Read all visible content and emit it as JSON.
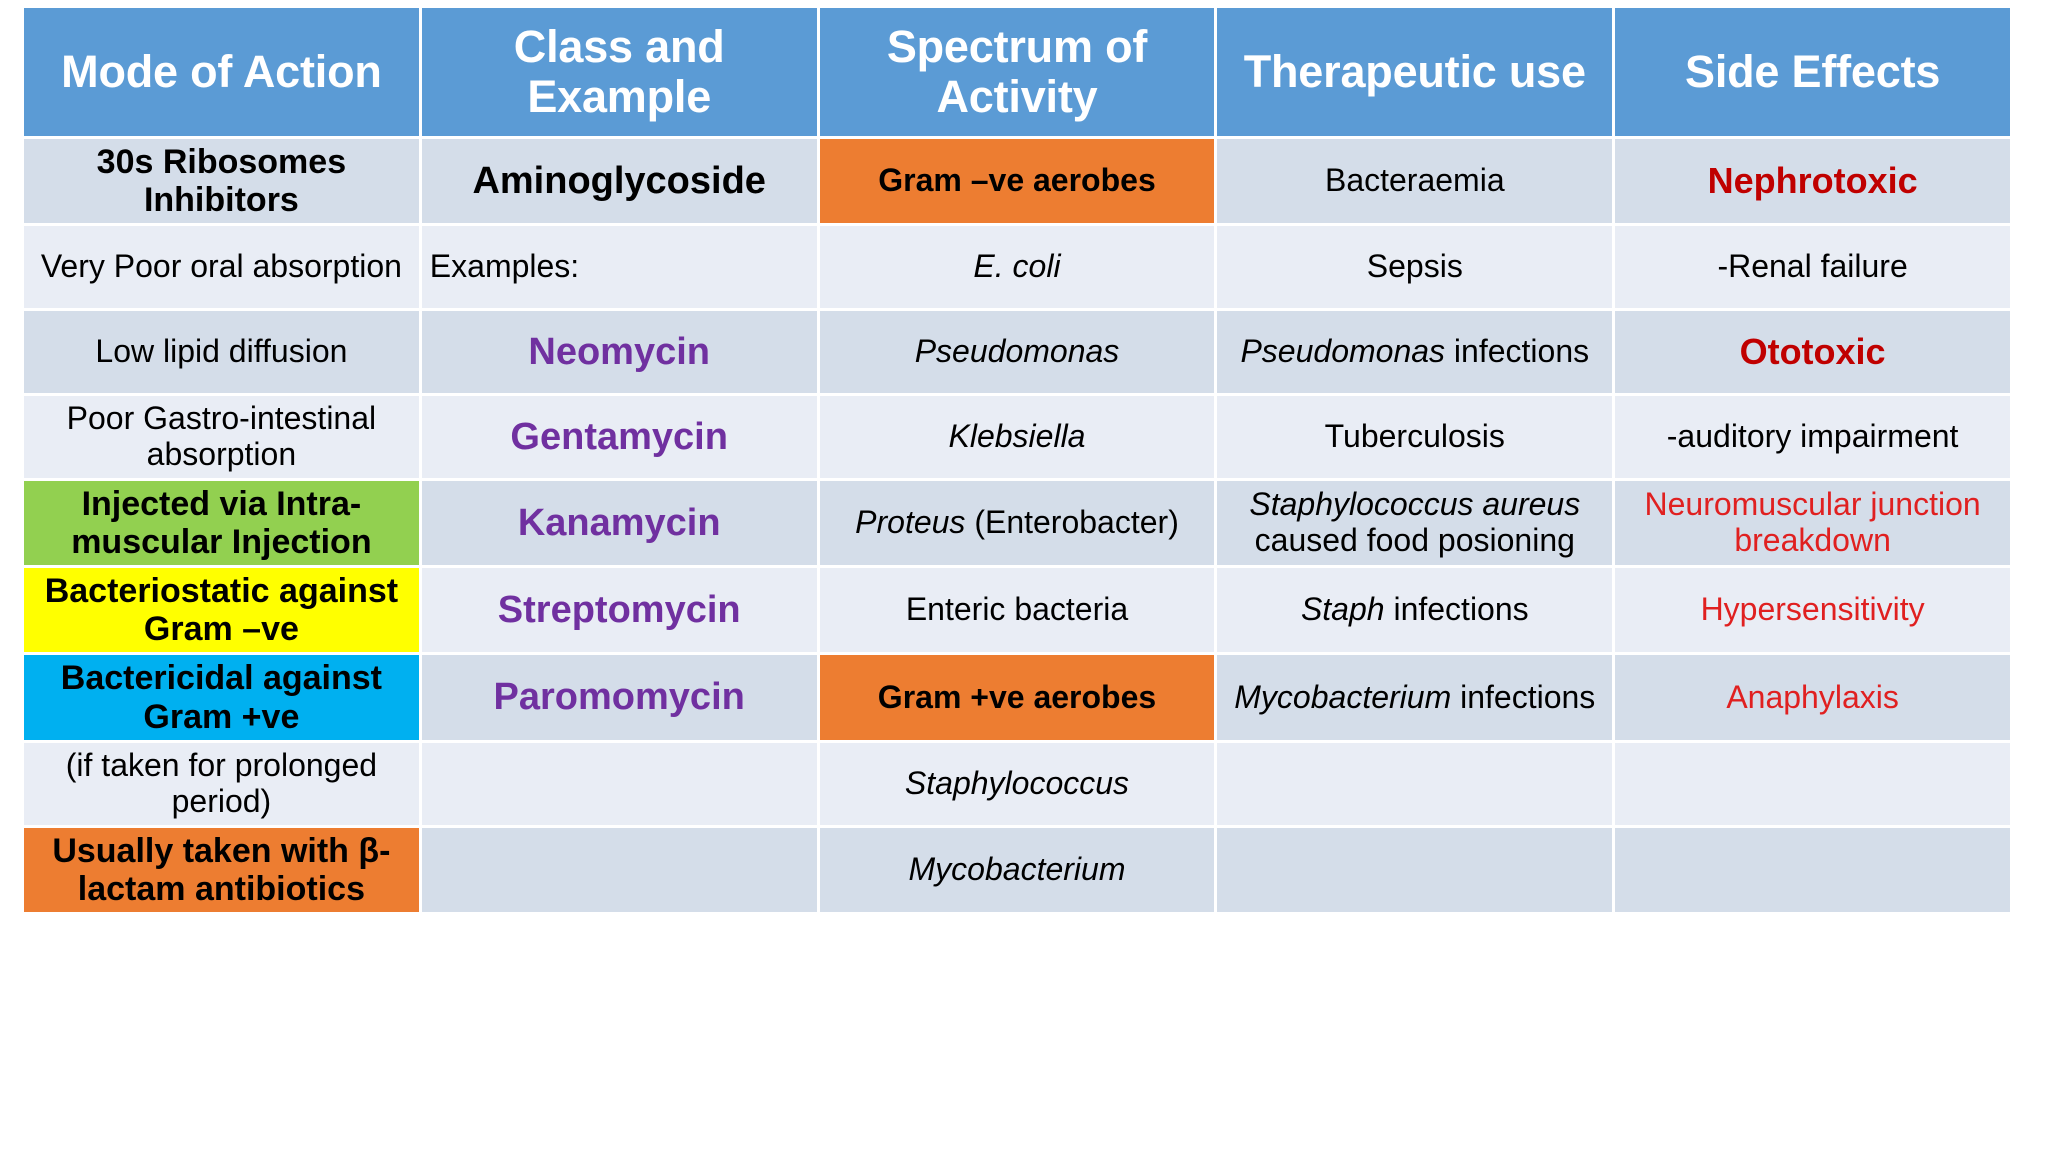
{
  "table": {
    "headers": [
      "Mode of Action",
      "Class and Example",
      "Spectrum of Activity",
      "Therapeutic use",
      "Side Effects"
    ],
    "rows": [
      {
        "mode": "30s Ribosomes Inhibitors",
        "class": "Aminoglycoside",
        "spectrum": "Gram –ve aerobes",
        "therapeutic": "Bacteraemia",
        "side": "Nephrotoxic"
      },
      {
        "mode": "Very Poor oral absorption",
        "class": "Examples:",
        "spectrum": "E. coli",
        "therapeutic": "Sepsis",
        "side": "-Renal failure"
      },
      {
        "mode": "Low lipid diffusion",
        "class": "Neomycin",
        "spectrum": "Pseudomonas",
        "therapeutic_italic": "Pseudomonas",
        "therapeutic_plain": "infections",
        "side": "Ototoxic"
      },
      {
        "mode": "Poor Gastro-intestinal absorption",
        "class": "Gentamycin",
        "spectrum": "Klebsiella",
        "therapeutic": "Tuberculosis",
        "side": "-auditory impairment"
      },
      {
        "mode": "Injected via Intra-muscular Injection",
        "class": "Kanamycin",
        "spectrum_italic": "Proteus",
        "spectrum_plain": "(Enterobacter)",
        "therapeutic_italic": "Staphylococcus aureus",
        "therapeutic_plain": "caused food posioning",
        "side": "Neuromuscular junction breakdown"
      },
      {
        "mode": "Bacteriostatic against Gram –ve",
        "class": "Streptomycin",
        "spectrum": "Enteric bacteria",
        "therapeutic_italic": "Staph",
        "therapeutic_plain": "infections",
        "side": "Hypersensitivity"
      },
      {
        "mode": "Bactericidal against Gram +ve",
        "class": "Paromomycin",
        "spectrum": "Gram +ve aerobes",
        "therapeutic_italic": "Mycobacterium",
        "therapeutic_plain": "infections",
        "side": "Anaphylaxis"
      },
      {
        "mode": "(if taken for prolonged period)",
        "class": "",
        "spectrum": "Staphylococcus",
        "therapeutic": "",
        "side": ""
      },
      {
        "mode": "Usually taken with β-lactam antibiotics",
        "class": "",
        "spectrum": "Mycobacterium",
        "therapeutic": "",
        "side": ""
      }
    ]
  },
  "colors": {
    "header_blue": "#5b9bd5",
    "band_dark": "#d4dde9",
    "band_light": "#e9edf5",
    "highlight_orange": "#ed7d31",
    "highlight_green": "#92d050",
    "highlight_yellow": "#ffff00",
    "highlight_cyan": "#00b0f0",
    "drug_purple": "#7030a0",
    "severe_red": "#c00000",
    "effect_red": "#e02020"
  }
}
